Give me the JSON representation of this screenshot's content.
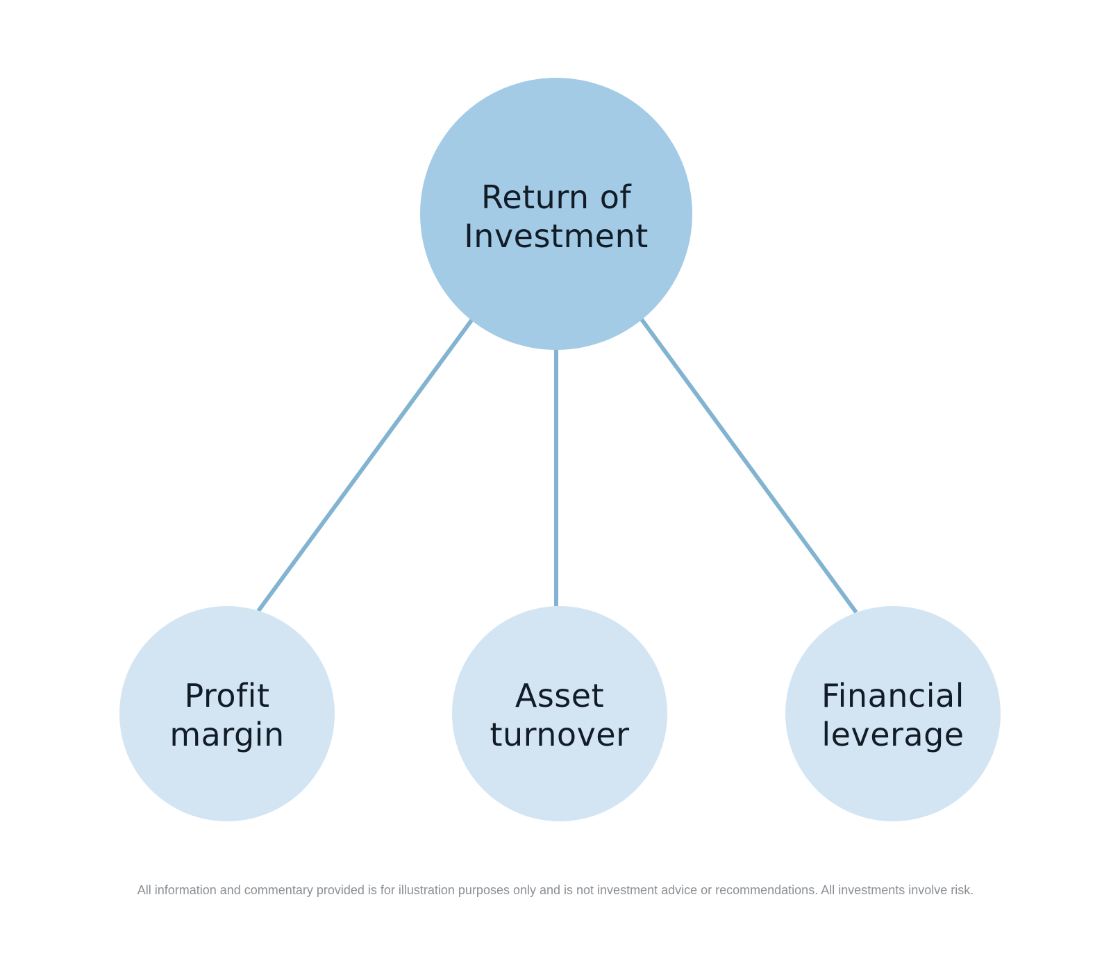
{
  "diagram": {
    "root": {
      "line1": "Return of",
      "line2": "Investment",
      "fill": "#a3cbe6"
    },
    "children": [
      {
        "line1": "Profit",
        "line2": "margin"
      },
      {
        "line1": "Asset",
        "line2": "turnover"
      },
      {
        "line1": "Financial",
        "line2": "leverage"
      }
    ],
    "child_fill": "#d3e5f3",
    "connector_color": "#82b4d2",
    "text_color": "#111c26"
  },
  "disclaimer": "All information and commentary provided is for illustration purposes only and is not investment advice or recommendations. All investments involve risk."
}
